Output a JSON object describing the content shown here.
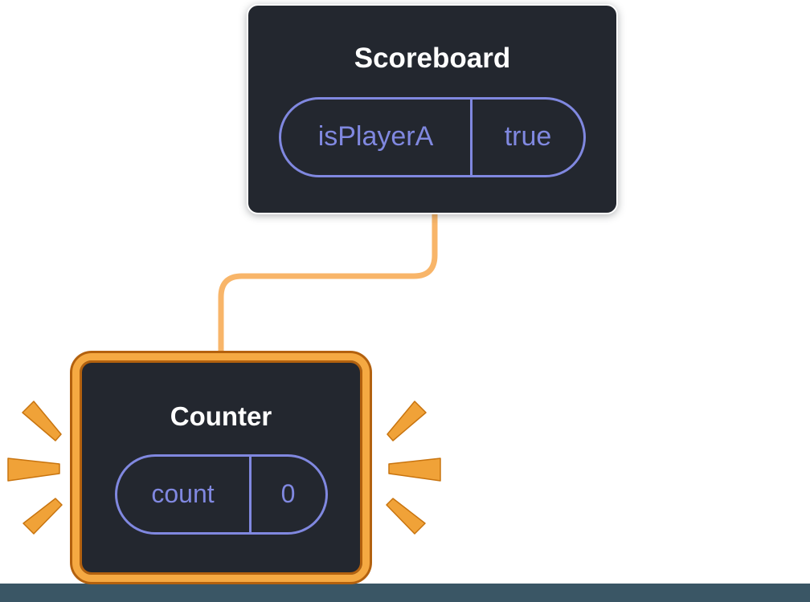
{
  "colors": {
    "background": "#FFFFFF",
    "bottom_bar": "#3A5665",
    "card_background": "#23272F",
    "card_border_white": "#FFFFFF",
    "title_color": "#FFFFFF",
    "state_accent_purple": "#8088E0",
    "highlight_orange": "#F5A942",
    "highlight_orange_dark": "#B3610E",
    "connector_orange": "#F8B569"
  },
  "scoreboard_card": {
    "title": "Scoreboard",
    "state": {
      "label": "isPlayerA",
      "value": "true"
    }
  },
  "counter_card": {
    "title": "Counter",
    "state": {
      "label": "count",
      "value": "0"
    }
  }
}
